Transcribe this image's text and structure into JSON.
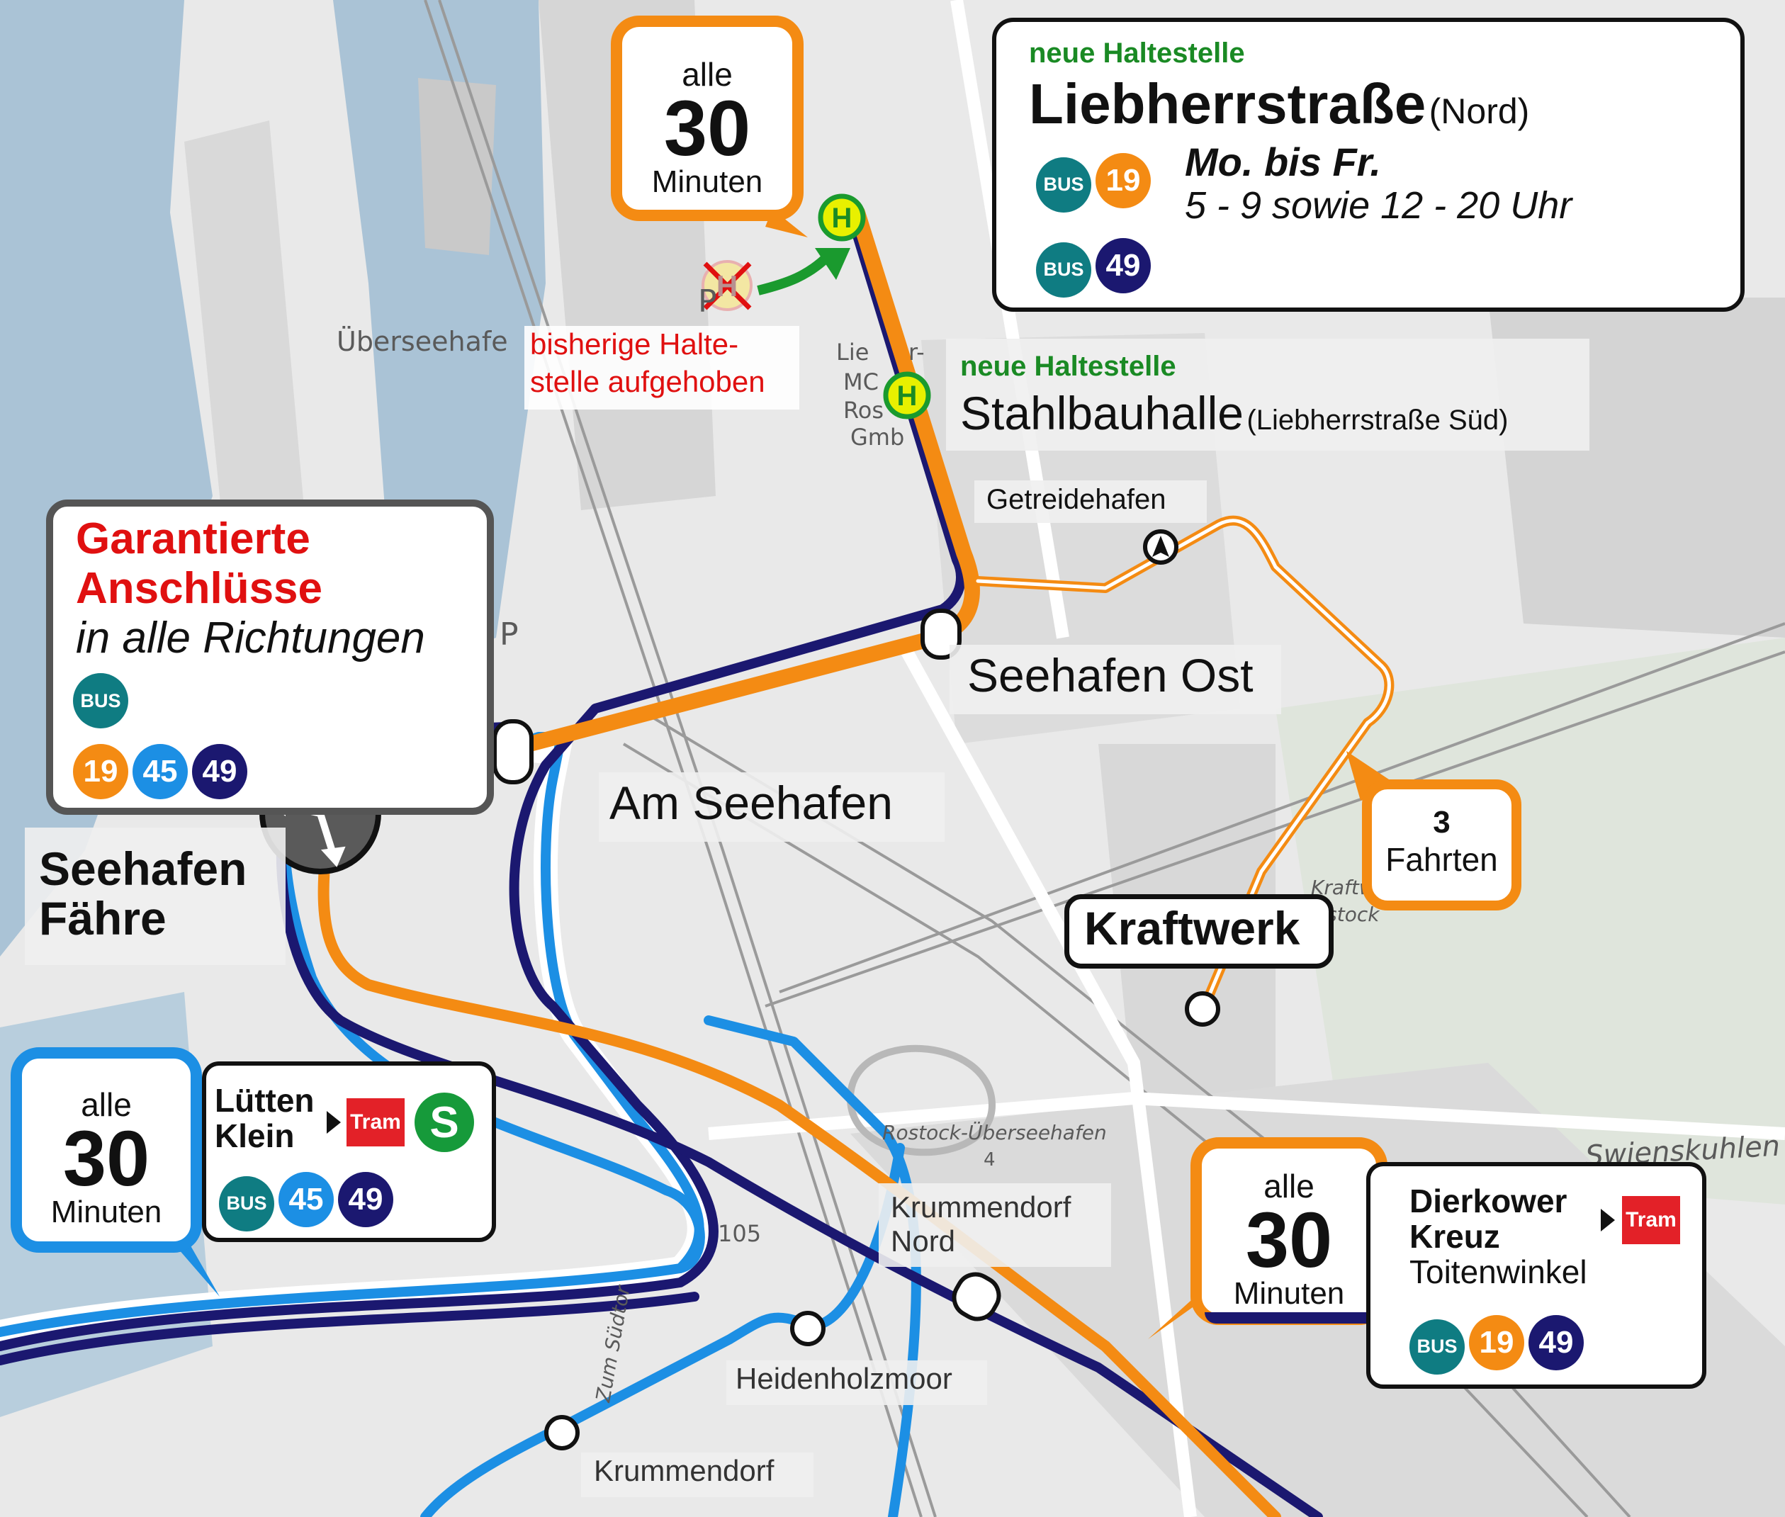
{
  "colors": {
    "line19": "#f48b13",
    "line45": "#1c8fe4",
    "line49": "#1b1870",
    "bus": "#0f7c82",
    "tram": "#e32128",
    "sbahn": "#169a3a",
    "stop_new": "#e8f000",
    "new_stop_text": "#1a8a24",
    "removed_text": "#e01010",
    "water": "#aac3d6",
    "land": "#e8e8e8"
  },
  "freq_top": {
    "alle": "alle",
    "num": "30",
    "unit": "Minuten"
  },
  "freq_left": {
    "alle": "alle",
    "num": "30",
    "unit": "Minuten"
  },
  "freq_right": {
    "alle": "alle",
    "num": "30",
    "unit": "Minuten"
  },
  "liebherr_box": {
    "kicker": "neue Haltestelle",
    "title": "Liebherrstraße",
    "suffix": "(Nord)",
    "days": "Mo. bis Fr.",
    "times": "5 - 9 sowie 12 - 20 Uhr",
    "bus": "BUS",
    "line_a": "19",
    "line_b": "49"
  },
  "stahlbau": {
    "kicker": "neue Haltestelle",
    "name": "Stahlbauhalle",
    "suffix": "(Liebherrstraße Süd)"
  },
  "removed_stop": {
    "line1": "bisherige Halte-",
    "line2": "stelle aufgehoben"
  },
  "stop_h": "H",
  "garantie_box": {
    "title1": "Garantierte",
    "title2": "Anschlüsse",
    "subtitle": "in alle Richtungen",
    "bus": "BUS",
    "lines": [
      "19",
      "45",
      "49"
    ]
  },
  "stops": {
    "seehafen_ost": "Seehafen Ost",
    "am_seehafen": "Am Seehafen",
    "seehafen_faehre_1": "Seehafen",
    "seehafen_faehre_2": "Fähre",
    "getreidehafen": "Getreidehafen",
    "kraftwerk": "Kraftwerk",
    "krummendorf_nord_1": "Krummendorf",
    "krummendorf_nord_2": "Nord",
    "heidenholzmoor": "Heidenholzmoor",
    "krummendorf": "Krummendorf"
  },
  "fahrten": {
    "num": "3",
    "label": "Fahrten"
  },
  "luetten_box": {
    "name1": "Lütten",
    "name2": "Klein",
    "tram": "Tram",
    "sbahn": "S",
    "bus": "BUS",
    "lines": [
      "45",
      "49"
    ]
  },
  "dierkower_box": {
    "name1": "Dierkower",
    "name2": "Kreuz",
    "name3": "Toitenwinkel",
    "tram": "Tram",
    "bus": "BUS",
    "lines": [
      "19",
      "49"
    ]
  },
  "map_labels": {
    "ueberseehafen": "Überseehafe",
    "liebherr_frag_1": "Lie",
    "liebherr_frag_2": "r-",
    "liebherr_frag_3": "MC",
    "liebherr_frag_4": "Ros",
    "liebherr_frag_5": "Gmb",
    "parking": "P",
    "rostock_ueberseehafen": "Rostock-Überseehafen",
    "road_num": "4",
    "road_105": "105",
    "swienskuhlen": "Swienskuhlen",
    "kraftwerk_frag_1": "Kraftw",
    "kraftwerk_frag_2": "ostock",
    "zum_suedtor": "Zum Südtor"
  }
}
